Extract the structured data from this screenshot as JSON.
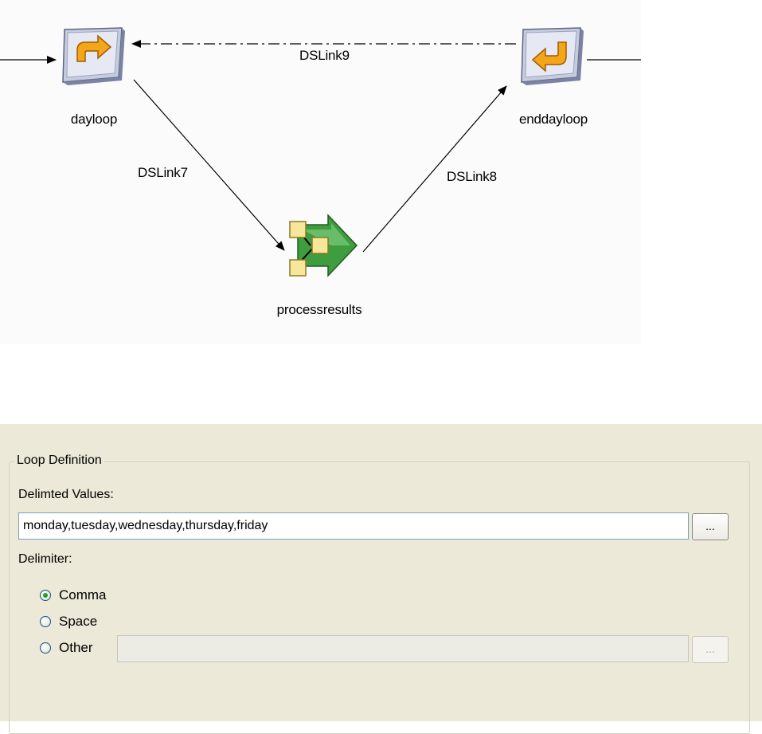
{
  "diagram": {
    "stages": {
      "dayloop": {
        "label": "dayloop",
        "icon": "loop-start-icon"
      },
      "enddayloop": {
        "label": "enddayloop",
        "icon": "loop-end-icon"
      },
      "processresults": {
        "label": "processresults",
        "icon": "sequence-job-icon"
      }
    },
    "links": {
      "link9": "DSLink9",
      "link7": "DSLink7",
      "link8": "DSLink8"
    },
    "colors": {
      "canvas": "#fbfbfb",
      "link": "#000000",
      "icon_orange": "#f4a61b",
      "icon_green": "#3f9c3f"
    }
  },
  "loop_definition": {
    "title": "Loop Definition",
    "delimited_values_label": "Delimted Values:",
    "delimited_values": "monday,tuesday,wednesday,thursday,friday",
    "browse_label": "...",
    "delimiter_label": "Delimiter:",
    "options": [
      {
        "label": "Comma",
        "checked": true
      },
      {
        "label": "Space",
        "checked": false
      },
      {
        "label": "Other",
        "checked": false
      }
    ],
    "other_value": "",
    "other_browse_label": "...",
    "colors": {
      "panel_bg": "#ece9d8"
    }
  }
}
